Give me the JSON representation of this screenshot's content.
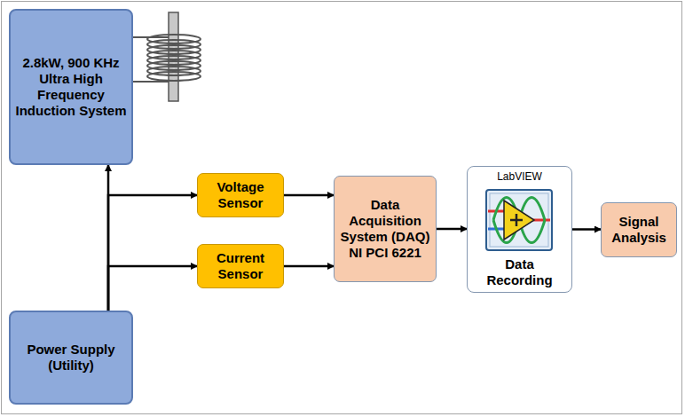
{
  "diagram": {
    "nodes": [
      {
        "text": [
          "2.8kW, 900 KHz Ultra High Frequency Induction System"
        ]
      },
      {
        "text": [
          "Voltage Sensor"
        ]
      },
      {
        "text": [
          "Current Sensor"
        ]
      },
      {
        "text": [
          "Data Acquisition System (DAQ) NI PCI 6221"
        ]
      },
      {
        "text": [
          "LabVIEW",
          "Data Recording"
        ]
      },
      {
        "text": [
          "Signal Analysis"
        ]
      },
      {
        "text": [
          "Power Supply (Utility)"
        ]
      }
    ],
    "edges": [
      {
        "from": 6,
        "to": 0,
        "arrow": "to"
      },
      {
        "from": 6,
        "to": 1,
        "arrow": "to"
      },
      {
        "from": 6,
        "to": 2,
        "arrow": "to"
      },
      {
        "from": 1,
        "to": 3,
        "arrow": "to"
      },
      {
        "from": 2,
        "to": 3,
        "arrow": "to"
      },
      {
        "from": 3,
        "to": 4,
        "arrow": "to"
      },
      {
        "from": 4,
        "to": 5,
        "arrow": "to"
      }
    ]
  }
}
